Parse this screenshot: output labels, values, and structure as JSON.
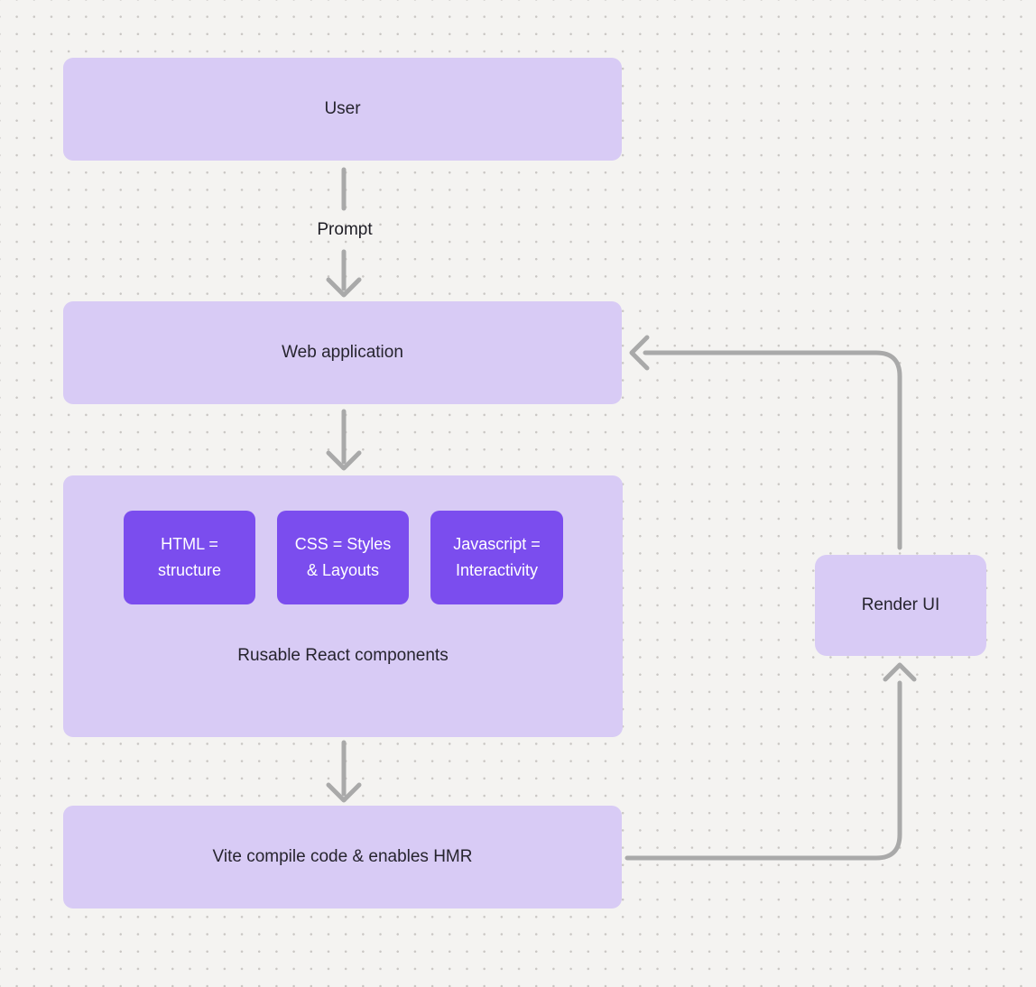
{
  "nodes": {
    "user": {
      "label": "User"
    },
    "web_application": {
      "label": "Web application"
    },
    "react_group": {
      "caption": "Rusable React components",
      "children": [
        {
          "label": "HTML =\nstructure"
        },
        {
          "label": "CSS = Styles\n& Layouts"
        },
        {
          "label": "Javascript =\nInteractivity"
        }
      ]
    },
    "vite": {
      "label": "Vite compile code & enables HMR"
    },
    "render_ui": {
      "label": "Render UI"
    }
  },
  "edges": {
    "prompt_label": "Prompt"
  },
  "colors": {
    "node_fill": "#d8cbf5",
    "accent_fill": "#7b4dee",
    "arrow": "#a9a9a9",
    "text_dark": "#26242e",
    "text_light": "#ffffff",
    "bg": "#f4f3f1",
    "dot": "#c9c6c3"
  }
}
